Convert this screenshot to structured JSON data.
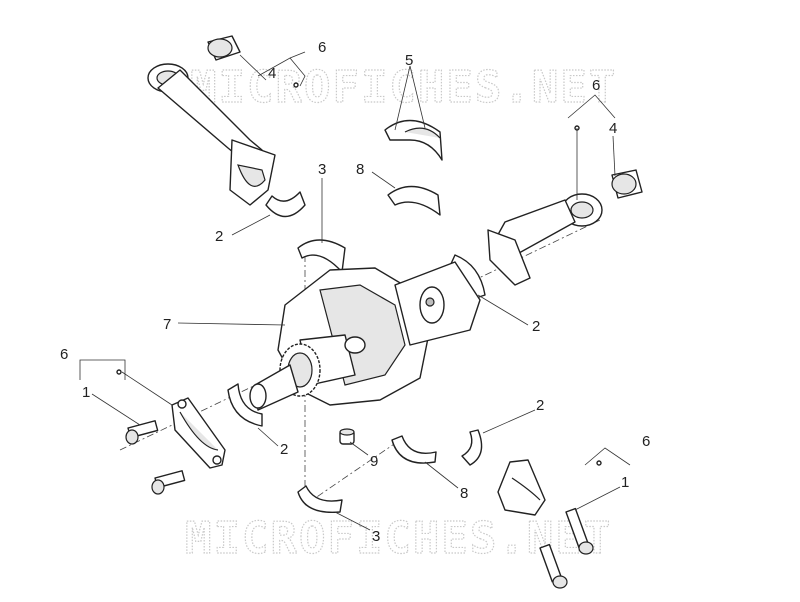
{
  "watermark": {
    "top": "MICROFICHES.NET",
    "bottom": "MICROFICHES.NET"
  },
  "callouts": {
    "c1_left": "1",
    "c1_right": "1",
    "c2_top_left": "2",
    "c2_right": "2",
    "c2_bottom_left": "2",
    "c2_bottom_right": "2",
    "c3_top": "3",
    "c3_bottom": "3",
    "c4_top_left": "4",
    "c4_right": "4",
    "c5": "5",
    "c6_top_left": "6",
    "c6_top_right": "6",
    "c6_left": "6",
    "c6_bottom_right": "6",
    "c7": "7",
    "c8_top": "8",
    "c8_bottom": "8",
    "c9": "9"
  }
}
